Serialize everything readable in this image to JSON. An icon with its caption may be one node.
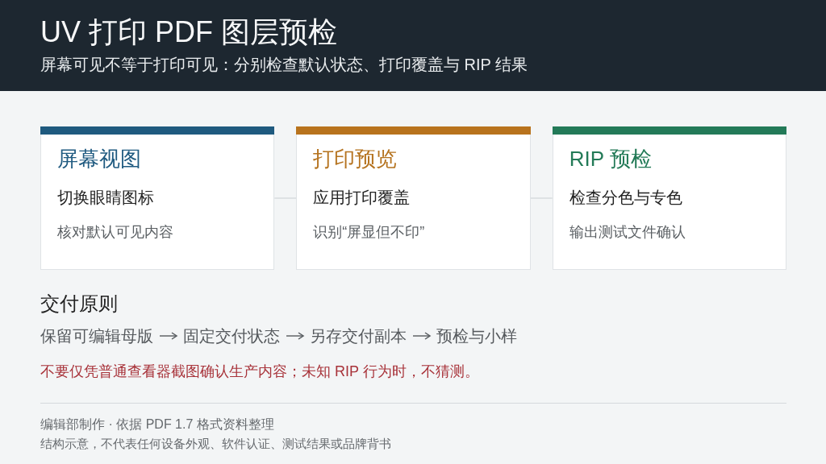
{
  "diagram": {
    "title": "UV 打印 PDF 图层预检",
    "nodes": [
      {
        "text": [
          "屏幕视图",
          "切换眼睛图标",
          "核对默认可见内容"
        ]
      },
      {
        "text": [
          "打印预览",
          "应用打印覆盖",
          "识别“屏显但不印”"
        ]
      },
      {
        "text": [
          "RIP 预检",
          "检查分色与专色",
          "输出测试文件确认"
        ]
      },
      {
        "text": [
          "保留可编辑母版"
        ]
      },
      {
        "text": [
          "固定交付状态"
        ]
      },
      {
        "text": [
          "另存交付副本"
        ]
      },
      {
        "text": [
          "预检与小样"
        ]
      }
    ],
    "edges": [
      {
        "from": 0,
        "to": 1,
        "arrow": "none",
        "color": "#d5dadd"
      },
      {
        "from": 1,
        "to": 2,
        "arrow": "none",
        "color": "#d5dadd"
      },
      {
        "from": 3,
        "to": 4,
        "arrow": "to"
      },
      {
        "from": 4,
        "to": 5,
        "arrow": "to"
      },
      {
        "from": 5,
        "to": 6,
        "arrow": "to"
      }
    ],
    "labels": [
      "屏幕可见不等于打印可见：分别检查默认状态、打印覆盖与 RIP 结果",
      "交付原则",
      "不要仅凭普通查看器截图确认生产内容；未知 RIP 行为时，不猜测。",
      "编辑部制作 · 依据 PDF 1.7 格式资料整理",
      "结构示意，不代表任何设备外观、软件认证、测试结果或品牌背书"
    ]
  }
}
